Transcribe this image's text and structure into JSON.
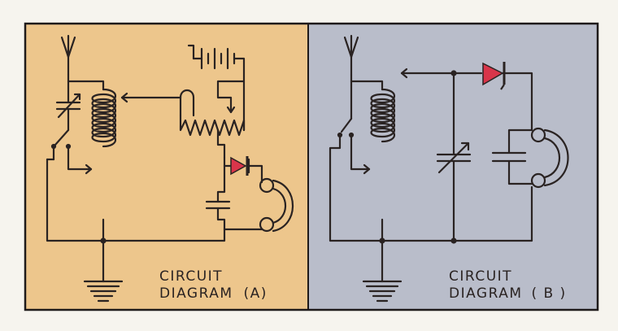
{
  "panel_a": {
    "title_line1": "CIRCUIT",
    "title_line2": "DIAGRAM",
    "title_tag": "(A)",
    "background": "#edc68c"
  },
  "panel_b": {
    "title_line1": "CIRCUIT",
    "title_line2": "DIAGRAM",
    "title_tag": "( B )",
    "background": "#b9bdca"
  },
  "colors": {
    "ink": "#2a2322",
    "diode": "#d9354a",
    "frame": "#1e1a1a"
  },
  "icons": [
    "antenna-icon",
    "coil-icon",
    "variable-capacitor-icon",
    "switch-icon",
    "battery-icon",
    "potentiometer-icon",
    "diode-icon",
    "capacitor-icon",
    "headphones-icon",
    "ground-icon",
    "valve-icon"
  ]
}
